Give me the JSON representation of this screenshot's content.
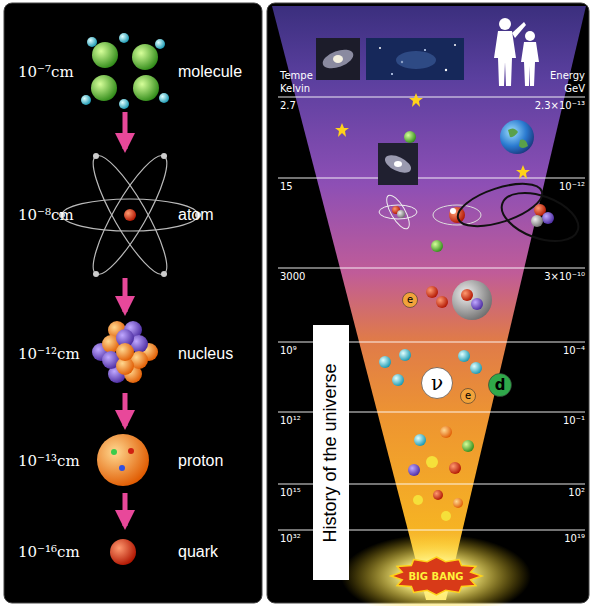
{
  "diagram": {
    "nodes": [
      {
        "text": [
          "10⁻⁷cm",
          "molecule"
        ]
      },
      {
        "text": [
          "10⁻⁸cm",
          "atom"
        ]
      },
      {
        "text": [
          "10⁻¹²cm",
          "nucleus"
        ]
      },
      {
        "text": [
          "10⁻¹³cm",
          "proton"
        ]
      },
      {
        "text": [
          "10⁻¹⁶cm",
          "quark"
        ]
      },
      {
        "text": [
          "History of the universe"
        ]
      },
      {
        "text": [
          "e"
        ]
      },
      {
        "text": [
          "ν"
        ]
      },
      {
        "text": [
          "d"
        ]
      },
      {
        "text": [
          "e"
        ]
      },
      {
        "text": [
          "BIG BANG"
        ]
      }
    ],
    "edges": [
      {
        "from": 0,
        "to": 1,
        "arrow": "to"
      },
      {
        "from": 1,
        "to": 2,
        "arrow": "to"
      },
      {
        "from": 2,
        "to": 3,
        "arrow": "to"
      },
      {
        "from": 3,
        "to": 4,
        "arrow": "to"
      }
    ],
    "labels": [
      "Tempe",
      "Kelvin",
      "2.7",
      "15",
      "3000",
      "10⁹",
      "10¹²",
      "10¹⁵",
      "10³²",
      "Energy",
      "GeV",
      "2.3×10⁻¹³",
      "10⁻¹²",
      "3×10⁻¹⁰",
      "10⁻⁴",
      "10⁻¹",
      "10²",
      "10¹⁹"
    ]
  }
}
